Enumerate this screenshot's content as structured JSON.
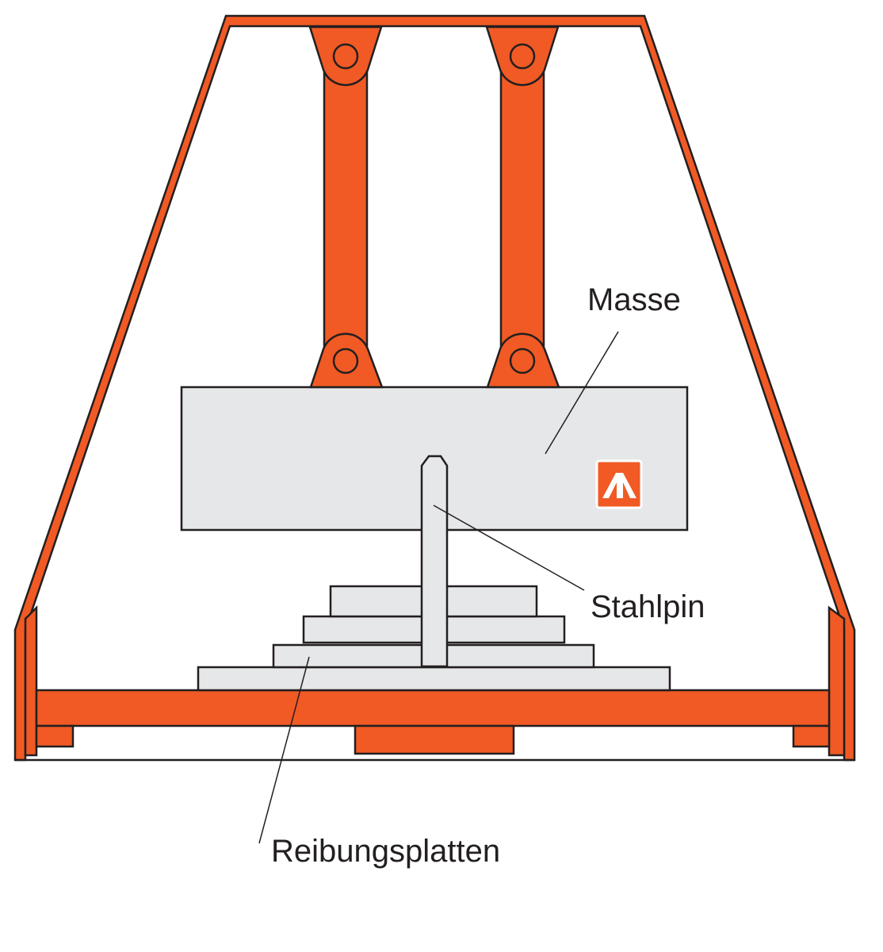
{
  "labels": {
    "mass": "Masse",
    "pin": "Stahlpin",
    "plates": "Reibungsplatten"
  },
  "colors": {
    "frame": "#f15a24",
    "block": "#e6e7e8",
    "outline": "#231f20",
    "background": "#ffffff",
    "logo_bg": "#f15a24",
    "logo_fg": "#ffffff"
  },
  "logo": {
    "icon": "brand-logo-icon"
  }
}
